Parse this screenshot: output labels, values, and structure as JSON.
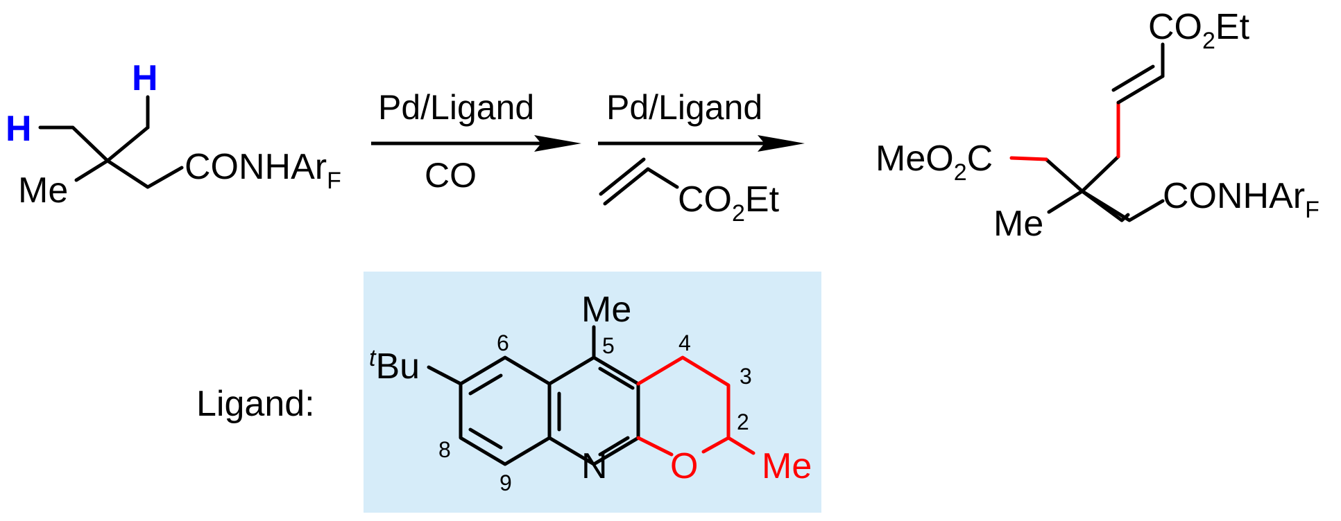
{
  "colors": {
    "bond": "#000000",
    "new_bond": "#ff0000",
    "activated_h": "#0000ff",
    "ligand_highlight": "#d6ecf9"
  },
  "reactant": {
    "h_top": "H",
    "h_left": "H",
    "me": "Me",
    "amide": "CONHAr",
    "amide_sub": "F"
  },
  "step1": {
    "above": "Pd/Ligand",
    "below": "CO"
  },
  "step2": {
    "above": "Pd/Ligand",
    "below_ester": "CO",
    "below_ester_sub": "2",
    "below_ester_tail": "Et"
  },
  "product": {
    "ester_top": "CO",
    "ester_top_sub": "2",
    "ester_top_tail": "Et",
    "ester_left": "MeO",
    "ester_left_sub": "2",
    "ester_left_tail": "C",
    "me": "Me",
    "amide": "CONHAr",
    "amide_sub": "F"
  },
  "ligand": {
    "label": "Ligand:",
    "tbu_sup": "t",
    "tbu": "Bu",
    "me_top": "Me",
    "n": "N",
    "o": "O",
    "me_red": "Me",
    "numbers": [
      "6",
      "5",
      "4",
      "3",
      "2",
      "8",
      "9"
    ]
  }
}
